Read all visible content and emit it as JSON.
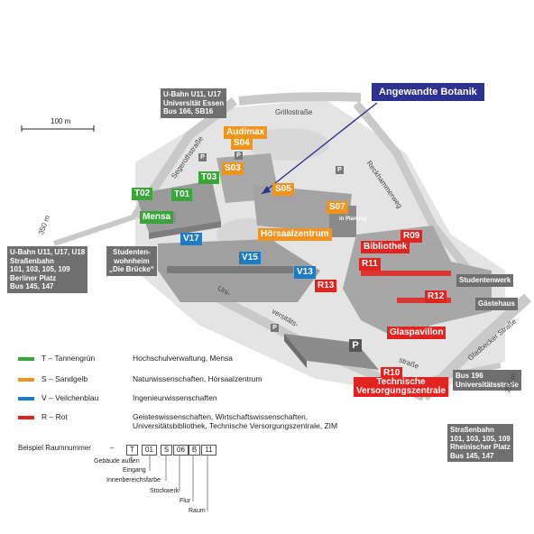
{
  "callout": "Angewandte Botanik",
  "scale": "100 m",
  "transit": {
    "north": [
      "U-Bahn U11, U17",
      "Universität Essen",
      "Bus 166, SB16"
    ],
    "west": [
      "U-Bahn U11, U17, U18",
      "Straßenbahn",
      "101, 103, 105, 109",
      "Berliner Platz",
      "Bus 145, 147"
    ],
    "east_bus": [
      "Bus 196",
      "Universitätsstraße"
    ],
    "southeast": [
      "Straßenbahn",
      "101, 103, 105, 109",
      "Rheinischer Platz",
      "Bus 145, 147"
    ]
  },
  "streets": {
    "grillo": "Grillostraße",
    "segeroth": "Segerothstraße",
    "reckhammer": "Reckhammerweg",
    "gladbecker": "Gladbecker Straße",
    "uni1": "Uni-",
    "uni2": "versitäts-",
    "uni3": "straße",
    "dist_w": "350 m",
    "dist_e": "250 m"
  },
  "buildings": {
    "t01": "T01",
    "t02": "T02",
    "t03": "T03",
    "mensa": "Mensa",
    "audimax": "Audimax",
    "s04": "S04",
    "s03": "S03",
    "s05": "S05",
    "s07": "S07",
    "in_planung": "in Planung",
    "hoersaal": "Hörsaalzentrum",
    "v13": "V13",
    "v15": "V15",
    "v17": "V17",
    "r09": "R09",
    "r11": "R11",
    "r12": "R12",
    "r13": "R13",
    "r10": "R10",
    "bibliothek": "Bibliothek",
    "glaspavillon": "Glaspavillon",
    "tech1": "Technische",
    "tech2": "Versorgungszentrale",
    "studentenwerk": "Studentenwerk",
    "gaestehaus": "Gästehaus",
    "wohnheim1": "Studenten-",
    "wohnheim2": "wohnheim",
    "wohnheim3": "„Die Brücke“",
    "parking": "P"
  },
  "legend": [
    {
      "code": "T",
      "color_name": "Tannengrün",
      "color": "#3aa63a",
      "desc": "Hochschulverwaltung, Mensa"
    },
    {
      "code": "S",
      "color_name": "Sandgelb",
      "color": "#f0941c",
      "desc": "Naturwissenschaften, Hörsaalzentrum"
    },
    {
      "code": "V",
      "color_name": "Veilchenblau",
      "color": "#1c7cc4",
      "desc": "Ingenieurwissenschaften"
    },
    {
      "code": "R",
      "color_name": "Rot",
      "color": "#e3231f",
      "desc": "Geisteswissenschaften, Wirtschaftswissenschaften,",
      "desc2": "Universitätsbibliothek, Technische Versorgungszentrale, ZIM"
    }
  ],
  "room_number": {
    "title": "Beispiel Raumnummer",
    "dash": "–",
    "parts": [
      "T",
      "01",
      "S",
      "06",
      "B",
      "11"
    ],
    "labels": [
      "Gebäude außen",
      "Eingang",
      "Innenbereichsfarbe",
      "Stockwerk",
      "Flur",
      "Raum"
    ]
  }
}
